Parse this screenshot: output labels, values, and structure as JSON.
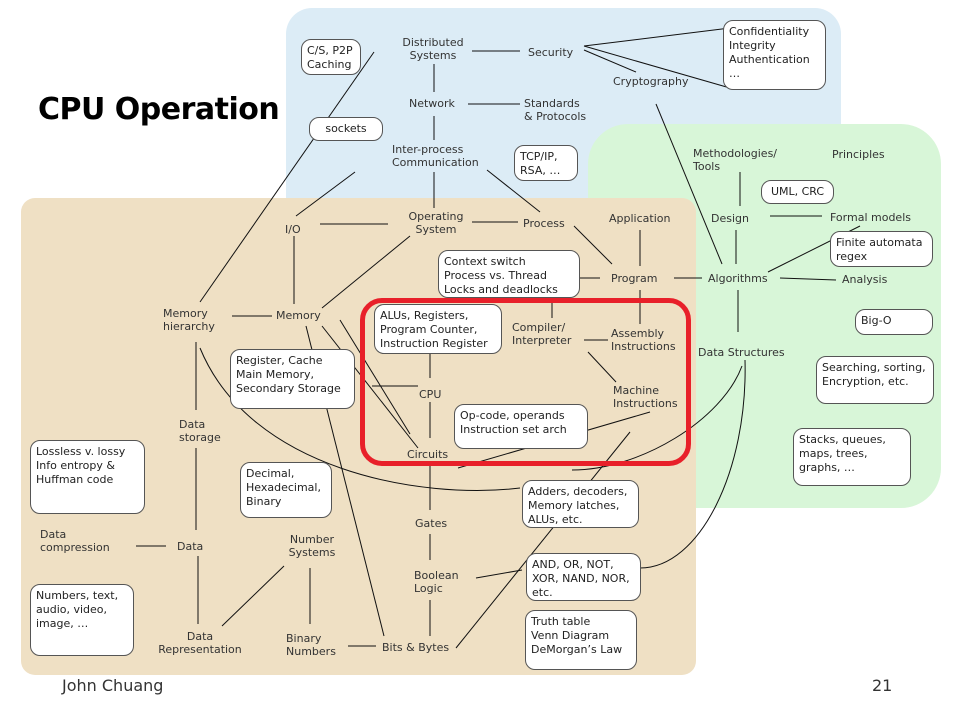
{
  "slide": {
    "title": "CPU Operation",
    "author": "John Chuang",
    "page_number": "21"
  },
  "nodes": {
    "distributed_systems": "Distributed\nSystems",
    "security": "Security",
    "cryptography": "Cryptography",
    "network": "Network",
    "standards_protocols": "Standards\n& Protocols",
    "inter_process_communication": "Inter-process\nCommunication",
    "methodologies_tools": "Methodologies/\nTools",
    "principles": "Principles",
    "io": "I/O",
    "operating_system": "Operating\nSystem",
    "process": "Process",
    "application": "Application",
    "design": "Design",
    "formal_models": "Formal models",
    "memory_hierarchy": "Memory\nhierarchy",
    "memory": "Memory",
    "program": "Program",
    "algorithms": "Algorithms",
    "analysis": "Analysis",
    "compiler_interpreter": "Compiler/\nInterpreter",
    "assembly_instructions": "Assembly\nInstructions",
    "data_structures": "Data Structures",
    "cpu": "CPU",
    "machine_instructions": "Machine\nInstructions",
    "data_storage": "Data\nstorage",
    "circuits": "Circuits",
    "gates": "Gates",
    "data_compression": "Data\ncompression",
    "data": "Data",
    "number_systems": "Number\nSystems",
    "boolean_logic": "Boolean\nLogic",
    "data_representation": "Data\nRepresentation",
    "binary_numbers": "Binary\nNumbers",
    "bits_bytes": "Bits & Bytes"
  },
  "callouts": {
    "cs_p2p": "C/S, P2P\nCaching",
    "confidentiality": "Confidentiality\nIntegrity\nAuthentication\n…",
    "sockets": "sockets",
    "tcp_ip": "TCP/IP,\nRSA, …",
    "uml_crc": "UML, CRC",
    "context_switch": "Context switch\nProcess vs. Thread\nLocks and deadlocks",
    "finite_automata": "Finite automata\nregex",
    "big_o": "Big-O",
    "alus_registers": "ALUs, Registers,\nProgram Counter,\nInstruction Register",
    "register_cache": "Register, Cache\nMain Memory,\nSecondary Storage",
    "searching_sorting": "Searching, sorting,\nEncryption, etc.",
    "opcode": "Op-code, operands\nInstruction set arch",
    "stacks_queues": "Stacks, queues,\nmaps, trees,\ngraphs, …",
    "lossless": "Lossless v. lossy\nInfo entropy &\nHuffman code",
    "decimal": "Decimal,\nHexadecimal,\nBinary",
    "adders": "Adders, decoders,\nMemory latches,\nALUs, etc.",
    "and_or": "AND, OR, NOT,\nXOR, NAND, NOR,\netc.",
    "numbers_text": "Numbers, text,\naudio, video,\nimage, …",
    "truth_table": "Truth table\nVenn Diagram\nDeMorgan’s Law"
  },
  "colors": {
    "region_networking": "#dcecf6",
    "region_software": "#d8f6d8",
    "region_hardware": "#efe0c4",
    "highlight": "#e8202a"
  }
}
